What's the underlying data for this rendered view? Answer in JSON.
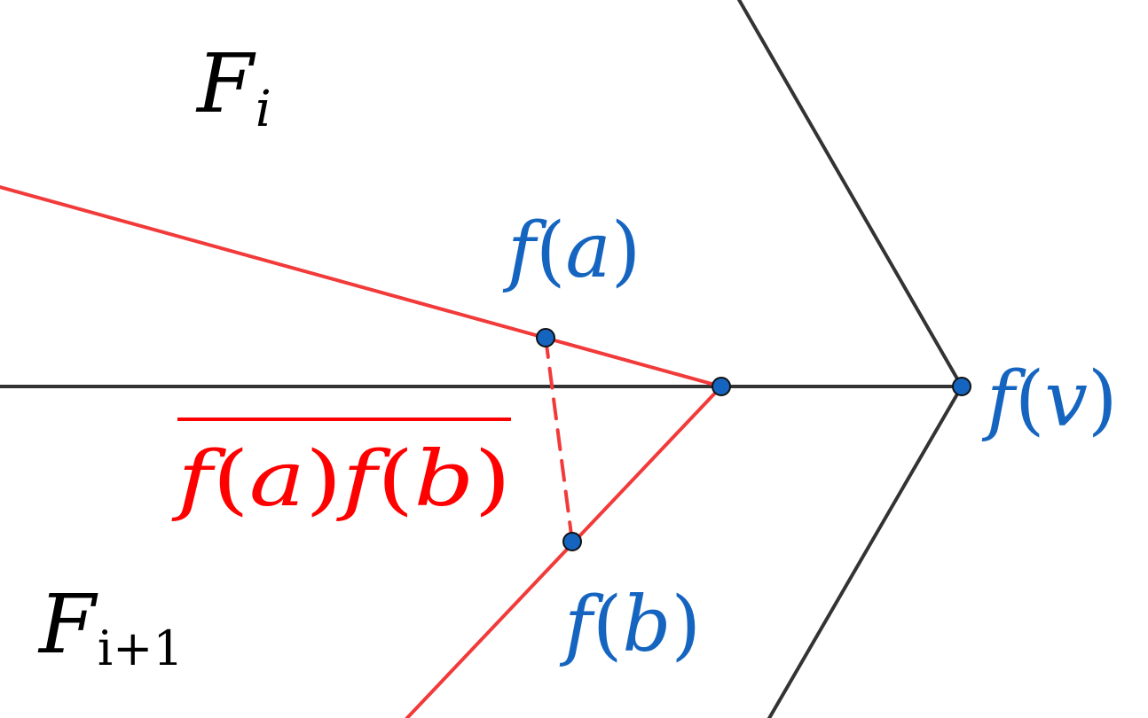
{
  "colors": {
    "background": "#ffffff",
    "black_edge": "#333333",
    "red_path": "#f23a3a",
    "red_label": "#ff0000",
    "blue_point": "#1565c0",
    "point_outline": "#111111",
    "face_label": "#000000"
  },
  "labels": {
    "face_i": {
      "main": "F",
      "sub": "i"
    },
    "face_i1": {
      "main": "F",
      "sub": "i+1"
    },
    "fa": {
      "name": "f",
      "open": "(",
      "var": "a",
      "close": ")"
    },
    "fb": {
      "name": "f",
      "open": "(",
      "var": "b",
      "close": ")"
    },
    "fv": {
      "name": "f",
      "open": "(",
      "var": "v",
      "close": ")"
    },
    "segment": {
      "f1": "f",
      "open1": "(",
      "var1": "a",
      "close1": ")",
      "f2": "f",
      "open2": "(",
      "var2": "b",
      "close2": ")"
    }
  }
}
